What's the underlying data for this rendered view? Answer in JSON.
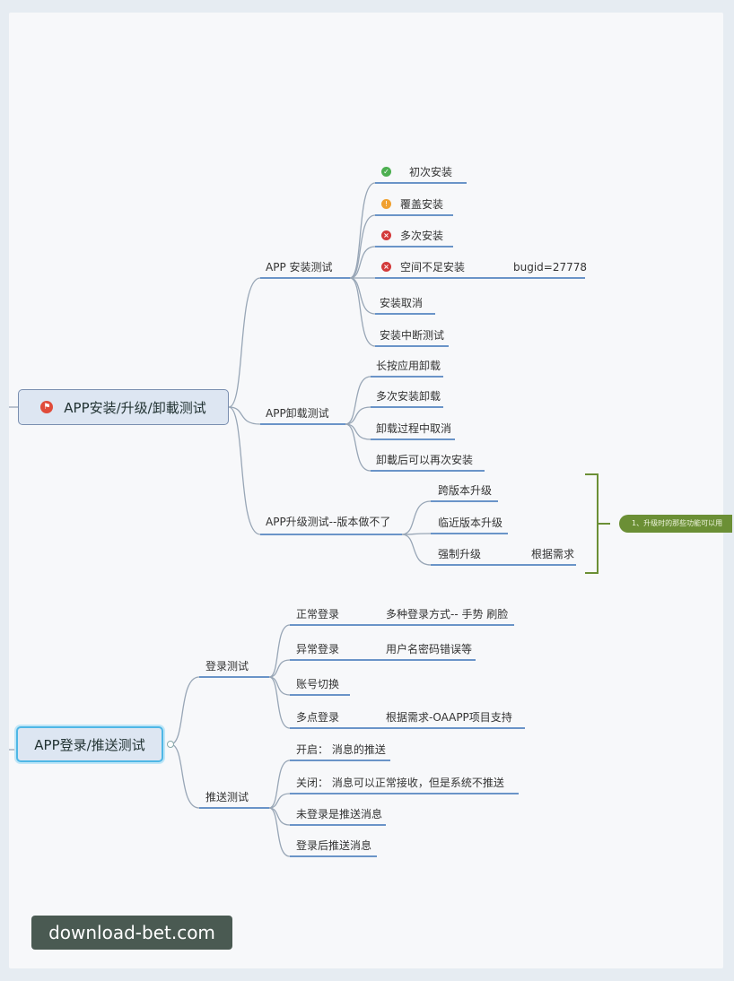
{
  "diagram": {
    "roots": [
      {
        "id": "root1",
        "label": "APP安装/升级/卸載测试"
      },
      {
        "id": "root2",
        "label": "APP登录/推送测试"
      }
    ],
    "nodes": {
      "install": "APP 安装测试",
      "first_install": "初次安装",
      "overwrite_install": "覆盖安装",
      "multi_install": "多次安装",
      "low_space_install": "空间不足安装",
      "bug_id": "bugid=27778",
      "install_cancel": "安装取消",
      "install_interrupt": "安装中断测试",
      "uninstall": "APP卸载测试",
      "long_press_uninstall": "长按应用卸载",
      "multi_install_uninstall": "多次安装卸载",
      "uninstall_cancel": "卸载过程中取消",
      "reinstall_after_uninstall": "卸載后可以再次安装",
      "upgrade": "APP升级测试--版本做不了",
      "cross_version_upgrade": "跨版本升级",
      "adjacent_version_upgrade": "临近版本升级",
      "force_upgrade": "强制升级",
      "by_requirement": "根据需求",
      "upgrade_note": "1、升级时的那些功能可以用",
      "login": "登录测试",
      "normal_login": "正常登录",
      "login_methods": "多种登录方式-- 手势  刷脸",
      "abnormal_login": "异常登录",
      "wrong_credentials": "用户名密码错误等",
      "account_switch": "账号切换",
      "multi_device_login": "多点登录",
      "oa_support": "根据需求-OAAPP项目支持",
      "push": "推送测试",
      "push_on": "开启：  消息的推送",
      "push_off": "关闭：  消息可以正常接收，但是系统不推送",
      "not_logged_push": "未登录是推送消息",
      "after_login_push": "登录后推送消息"
    },
    "status_icons": {
      "first_install": "check-icon",
      "overwrite_install": "warning-icon",
      "multi_install": "cross-icon",
      "low_space_install": "cross-icon"
    },
    "line_color": "#98a6b6",
    "underline_color": "#3c72b8",
    "note_color": "#6b8f35"
  },
  "watermark": "download-bet.com"
}
